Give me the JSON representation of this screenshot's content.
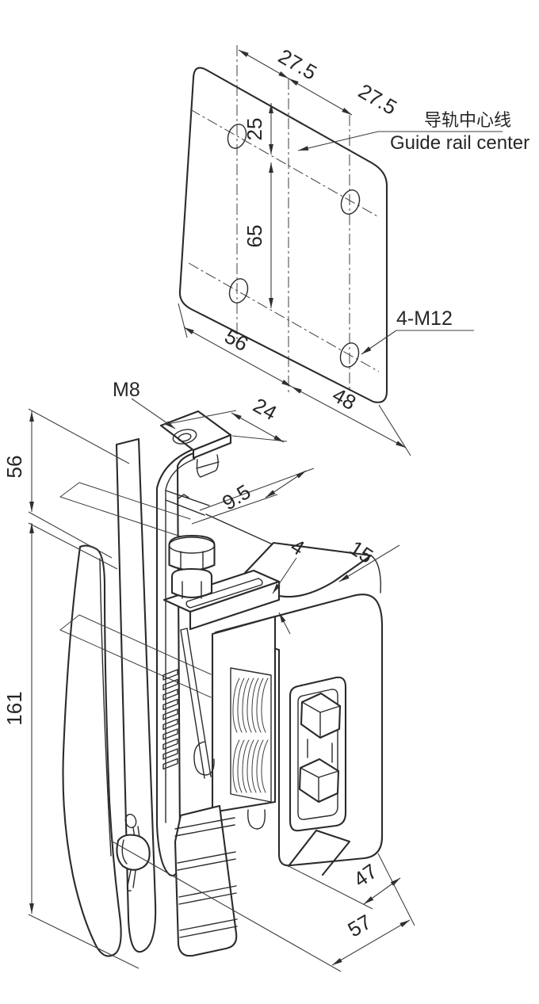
{
  "page": {
    "background": "#ffffff",
    "line_color": "#2b2b2b",
    "thin_line_color": "#3f3f3f",
    "text_color": "#262626"
  },
  "drawing": {
    "plate": {
      "dim_hole_offset_left": "27.5",
      "dim_hole_offset_right": "27.5",
      "dim_top_to_hole": "25",
      "dim_hole_spacing": "65",
      "dim_width_left": "56",
      "dim_width_right": "48",
      "hole_callout": "4-M12",
      "centerline_label_zh": "导轨中心线",
      "centerline_label_en": "Guide rail center"
    },
    "clamp": {
      "thread_callout": "M8",
      "dim_arm_width": "24",
      "dim_rail_offset": "9.5",
      "dim_slot": "4",
      "dim_top_face": "15",
      "dim_upper_height": "56",
      "dim_total_height": "161",
      "dim_depth": "47",
      "dim_base_width": "57"
    }
  }
}
